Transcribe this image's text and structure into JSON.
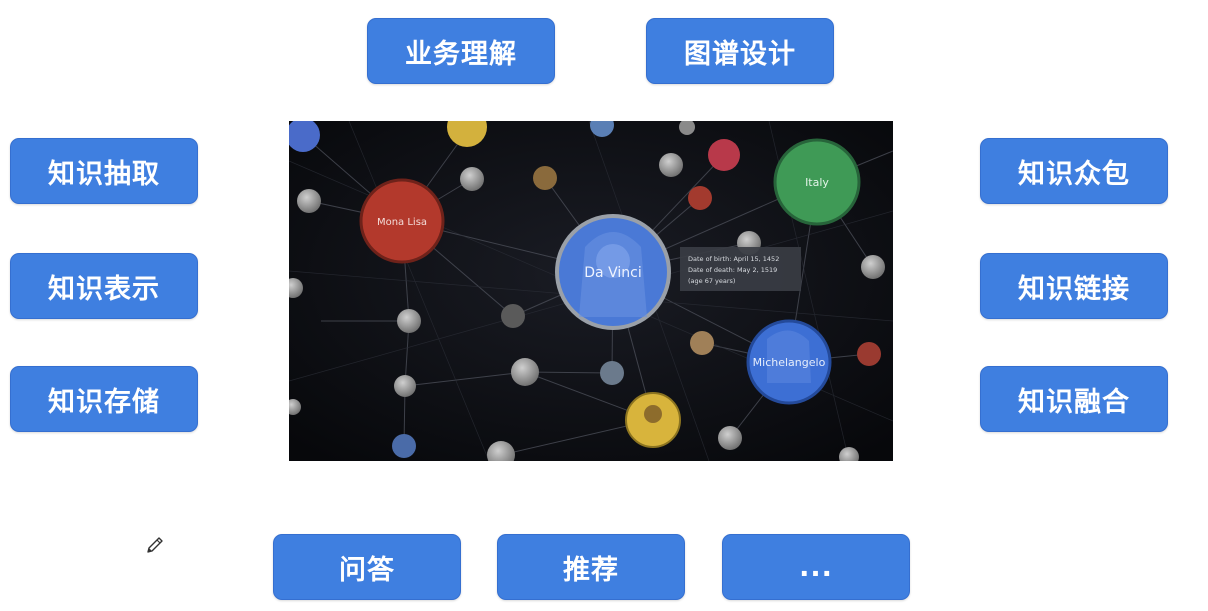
{
  "buttons": {
    "business": "业务理解",
    "schema": "图谱设计",
    "extraction": "知识抽取",
    "representation": "知识表示",
    "storage": "知识存储",
    "crowdsourcing": "知识众包",
    "linking": "知识链接",
    "fusion": "知识融合",
    "qa": "问答",
    "recommend": "推荐",
    "more": "..."
  },
  "graph": {
    "nodes": {
      "mona_lisa": "Mona Lisa",
      "da_vinci": "Da Vinci",
      "italy": "Italy",
      "michelangelo": "Michelangelo"
    },
    "tooltip": {
      "line1": "Date of birth: April 15, 1452",
      "line2": "Date of death: May 2, 1519",
      "line3": "(age 67 years)"
    },
    "colors": {
      "background": "#0b0c10",
      "mona_lisa": "#b3392c",
      "da_vinci": "#4a79d6",
      "italy": "#3f9a56",
      "michelangelo": "#3d6fd4",
      "gold": "#d8b43c"
    }
  },
  "icons": {
    "pencil": "pencil-icon"
  }
}
